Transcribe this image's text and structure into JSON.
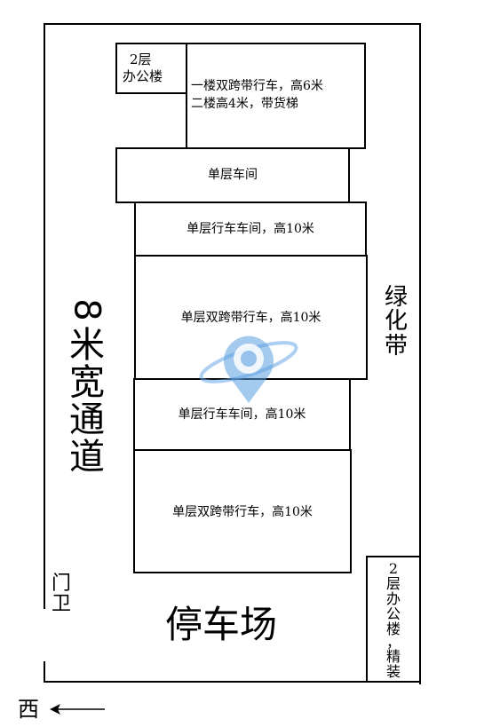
{
  "office_top": {
    "line1": "2层",
    "line2": "办公楼"
  },
  "building_top_right": {
    "line1": "一楼双跨带行车，高6米",
    "line2": "二楼高4米，带货梯"
  },
  "bays": [
    {
      "label": "单层车间"
    },
    {
      "label": "单层行车车间，高10米"
    },
    {
      "label": "单层双跨带行车，高10米"
    },
    {
      "label": "单层行车车间，高10米"
    },
    {
      "label": "单层双跨带行车，高10米"
    }
  ],
  "left_road": {
    "chars": [
      "8",
      "米",
      "宽",
      "通",
      "道"
    ]
  },
  "green_belt": {
    "chars": [
      "绿",
      "化",
      "带"
    ]
  },
  "guard": {
    "chars": [
      "门",
      "卫"
    ]
  },
  "parking": {
    "label": "停车场"
  },
  "office_bottom": {
    "chars": [
      "2",
      "层",
      "办",
      "公",
      "楼",
      "，",
      "精",
      "装"
    ]
  },
  "compass": {
    "label": "西"
  }
}
